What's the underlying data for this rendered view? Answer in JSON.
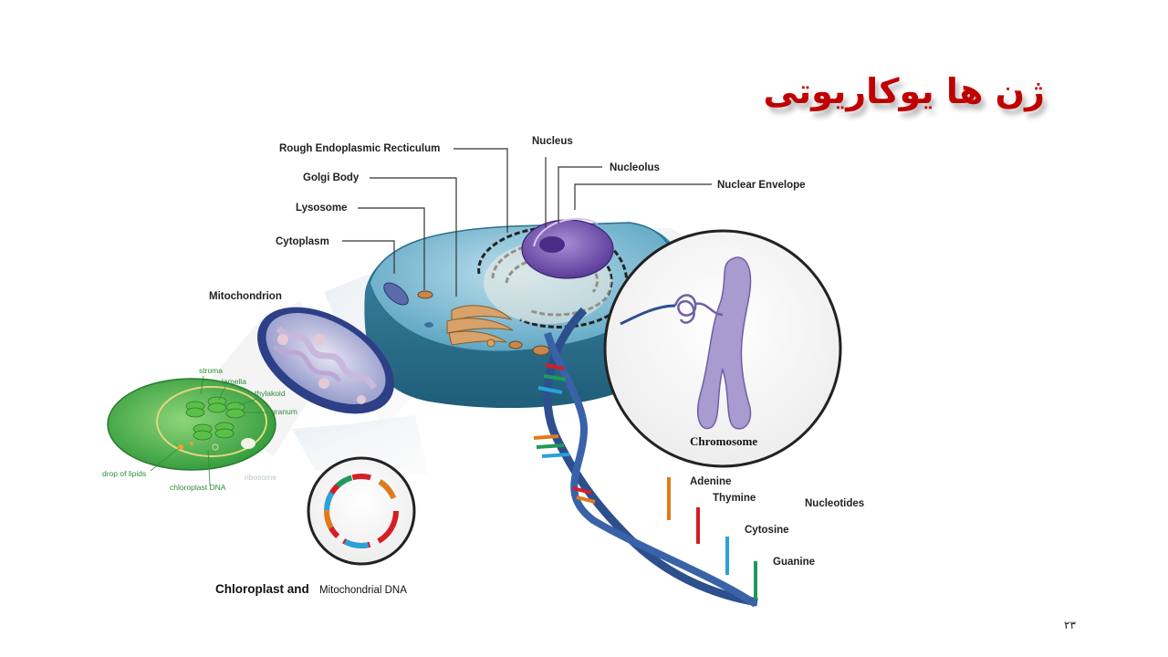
{
  "slide": {
    "title": "ژن ها یوکاریوتی",
    "page_number": "۲۳"
  },
  "labels": {
    "rough_er": "Rough Endoplasmic Recticulum",
    "golgi": "Golgi Body",
    "lysosome": "Lysosome",
    "cytoplasm": "Cytoplasm",
    "nucleus": "Nucleus",
    "nucleolus": "Nucleolus",
    "nuclear_envelope": "Nuclear Envelope",
    "mitochondrion": "Mitochondrion",
    "chromosome": "Chromosome",
    "adenine": "Adenine",
    "thymine": "Thymine",
    "cytosine": "Cytosine",
    "guanine": "Guanine",
    "nucleotides": "Nucleotides",
    "caption_bold": "Chloroplast and",
    "caption_rest": "Mitochondrial DNA"
  },
  "chloroplast_labels": {
    "stroma": "stroma",
    "lamella": "lamella",
    "thylakoid": "thylakoid",
    "granum": "granum",
    "drop_of_lipids": "drop of lipids",
    "chloroplast_dna": "chloroplast DNA",
    "ribosome": "ribosome"
  },
  "colors": {
    "title": "#c00000",
    "adenine": "#e07b1a",
    "thymine": "#d31f26",
    "cytosine": "#27a3d8",
    "guanine": "#1e9a5a",
    "chromosome": "#a89bd0",
    "dna_backbone": "#2d4f8e"
  }
}
